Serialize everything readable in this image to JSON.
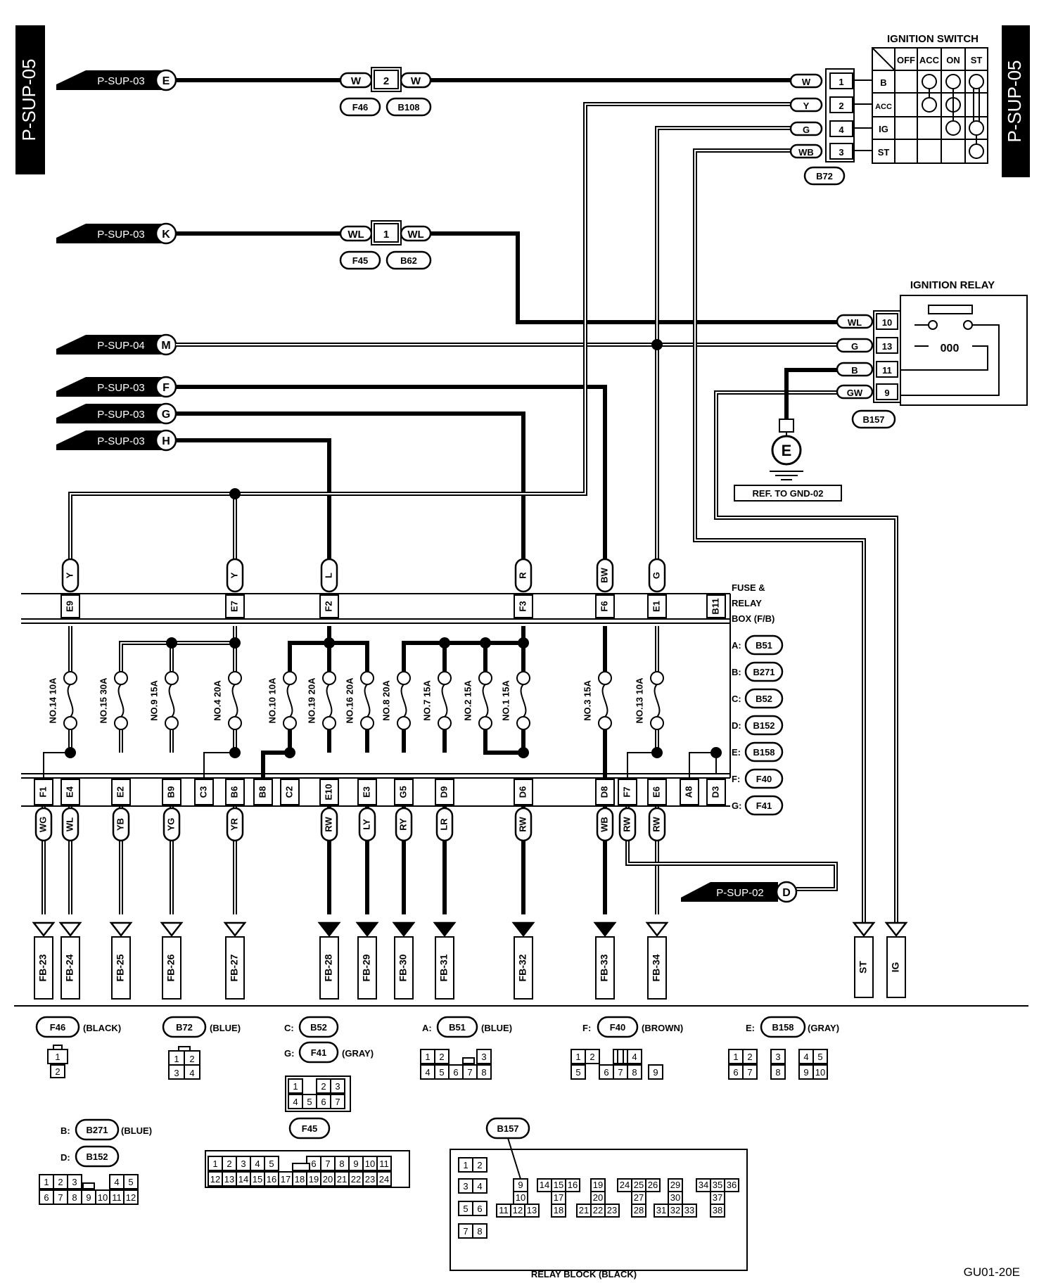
{
  "page": {
    "side_label": "P-SUP-05",
    "figure_code": "GU01-20E"
  },
  "refs": {
    "E": {
      "label": "P-SUP-03",
      "letter": "E"
    },
    "K": {
      "label": "P-SUP-03",
      "letter": "K"
    },
    "M": {
      "label": "P-SUP-04",
      "letter": "M"
    },
    "F": {
      "label": "P-SUP-03",
      "letter": "F"
    },
    "G": {
      "label": "P-SUP-03",
      "letter": "G"
    },
    "H": {
      "label": "P-SUP-03",
      "letter": "H"
    },
    "D": {
      "label": "P-SUP-02",
      "letter": "D"
    }
  },
  "inline_connectors": {
    "top": {
      "pin": "2",
      "left_color": "W",
      "right_color": "W",
      "left_id": "F46",
      "right_id": "B108"
    },
    "mid": {
      "pin": "1",
      "left_color": "WL",
      "right_color": "WL",
      "left_id": "F45",
      "right_id": "B62"
    }
  },
  "ignition_switch": {
    "title": "IGNITION SWITCH",
    "connector": "B72",
    "columns": [
      "OFF",
      "ACC",
      "ON",
      "ST"
    ],
    "rows": [
      {
        "name": "B",
        "pin": "1",
        "wire": "W"
      },
      {
        "name": "ACC",
        "pin": "2",
        "wire": "Y"
      },
      {
        "name": "IG",
        "pin": "4",
        "wire": "G"
      },
      {
        "name": "ST",
        "pin": "3",
        "wire": "WB"
      }
    ]
  },
  "ignition_relay": {
    "title": "IGNITION RELAY",
    "connector": "B157",
    "coil_label": "000",
    "pins": [
      {
        "pin": "10",
        "wire": "WL"
      },
      {
        "pin": "13",
        "wire": "G"
      },
      {
        "pin": "11",
        "wire": "B"
      },
      {
        "pin": "9",
        "wire": "GW"
      }
    ],
    "ground": {
      "letter": "E",
      "ref": "REF. TO GND-02"
    }
  },
  "fuse_box": {
    "title_lines": [
      "FUSE &",
      "RELAY",
      "BOX (F/B)"
    ],
    "connector_map": [
      {
        "letter": "A:",
        "id": "B51"
      },
      {
        "letter": "B:",
        "id": "B271"
      },
      {
        "letter": "C:",
        "id": "B52"
      },
      {
        "letter": "D:",
        "id": "B152"
      },
      {
        "letter": "E:",
        "id": "B158"
      },
      {
        "letter": "F:",
        "id": "F40"
      },
      {
        "letter": "G:",
        "id": "F41"
      }
    ],
    "top_terminals": [
      {
        "term": "E9",
        "wire": "Y"
      },
      {
        "term": "E7",
        "wire": "Y"
      },
      {
        "term": "F2",
        "wire": "L"
      },
      {
        "term": "F3",
        "wire": "R"
      },
      {
        "term": "F6",
        "wire": "BW"
      },
      {
        "term": "E1",
        "wire": "G"
      },
      {
        "term": "B11",
        "wire": ""
      }
    ],
    "fuses": [
      {
        "label": "NO.14 10A"
      },
      {
        "label": "NO.15 30A"
      },
      {
        "label": "NO.9 15A"
      },
      {
        "label": "NO.4 20A"
      },
      {
        "label": "NO.10 10A"
      },
      {
        "label": "NO.19 20A"
      },
      {
        "label": "NO.16 20A"
      },
      {
        "label": "NO.8 20A"
      },
      {
        "label": "NO.7 15A"
      },
      {
        "label": "NO.2 15A"
      },
      {
        "label": "NO.1 15A"
      },
      {
        "label": "NO.3 15A"
      },
      {
        "label": "NO.13 10A"
      }
    ],
    "bottom_terminals": [
      {
        "term": "F1",
        "wire": "WG"
      },
      {
        "term": "E4",
        "wire": "WL"
      },
      {
        "term": "E2",
        "wire": "YB"
      },
      {
        "term": "B9",
        "wire": "YG"
      },
      {
        "term": "C3",
        "wire": ""
      },
      {
        "term": "B6",
        "wire": "YR"
      },
      {
        "term": "B8",
        "wire": ""
      },
      {
        "term": "C2",
        "wire": ""
      },
      {
        "term": "E10",
        "wire": "RW"
      },
      {
        "term": "E3",
        "wire": "LY"
      },
      {
        "term": "G5",
        "wire": "RY"
      },
      {
        "term": "D9",
        "wire": "LR"
      },
      {
        "term": "D6",
        "wire": "RW"
      },
      {
        "term": "D8",
        "wire": "WB"
      },
      {
        "term": "F7",
        "wire": "RW"
      },
      {
        "term": "E6",
        "wire": "RW"
      },
      {
        "term": "A8",
        "wire": ""
      },
      {
        "term": "D3",
        "wire": ""
      }
    ]
  },
  "outputs": [
    "FB-23",
    "FB-24",
    "FB-25",
    "FB-26",
    "FB-27",
    "FB-28",
    "FB-29",
    "FB-30",
    "FB-31",
    "FB-32",
    "FB-33",
    "FB-34",
    "ST",
    "IG"
  ],
  "legend": {
    "f46": {
      "id": "F46",
      "color": "(BLACK)",
      "pins": [
        "1",
        "2"
      ]
    },
    "b72": {
      "id": "B72",
      "color": "(BLUE)",
      "pins": [
        "1",
        "2",
        "3",
        "4"
      ]
    },
    "c_b52": {
      "letter": "C:",
      "id": "B52"
    },
    "g_f41": {
      "letter": "G:",
      "id": "F41",
      "color": "(GRAY)",
      "pins": [
        "1",
        "2",
        "3",
        "4",
        "5",
        "6",
        "7"
      ]
    },
    "a_b51": {
      "letter": "A:",
      "id": "B51",
      "color": "(BLUE)",
      "pins": [
        "1",
        "2",
        "3",
        "4",
        "5",
        "6",
        "7",
        "8"
      ]
    },
    "f_f40": {
      "letter": "F:",
      "id": "F40",
      "color": "(BROWN)",
      "pins": [
        "1",
        "2",
        "3",
        "4",
        "5",
        "6",
        "7",
        "8",
        "9"
      ]
    },
    "e_b158": {
      "letter": "E:",
      "id": "B158",
      "color": "(GRAY)",
      "pins": [
        "1",
        "2",
        "3",
        "4",
        "5",
        "6",
        "7",
        "8",
        "9",
        "10"
      ]
    },
    "b_b271": {
      "letter": "B:",
      "id": "B271",
      "color": "(BLUE)"
    },
    "d_b152": {
      "letter": "D:",
      "id": "B152",
      "pins": [
        "1",
        "2",
        "3",
        "4",
        "5",
        "6",
        "7",
        "8",
        "9",
        "10",
        "11",
        "12"
      ]
    },
    "f45": {
      "id": "F45",
      "pins": [
        "1",
        "2",
        "3",
        "4",
        "5",
        "6",
        "7",
        "8",
        "9",
        "10",
        "11",
        "12",
        "13",
        "14",
        "15",
        "16",
        "17",
        "18",
        "19",
        "20",
        "21",
        "22",
        "23",
        "24"
      ]
    },
    "b157": {
      "id": "B157",
      "title": "RELAY BLOCK (BLACK)",
      "pins": [
        "1",
        "2",
        "3",
        "4",
        "5",
        "6",
        "7",
        "8",
        "9",
        "10",
        "11",
        "12",
        "13",
        "14",
        "15",
        "16",
        "17",
        "18",
        "19",
        "20",
        "21",
        "22",
        "23",
        "24",
        "25",
        "26",
        "27",
        "28",
        "29",
        "30",
        "31",
        "32",
        "33",
        "34",
        "35",
        "36",
        "37",
        "38"
      ]
    }
  }
}
